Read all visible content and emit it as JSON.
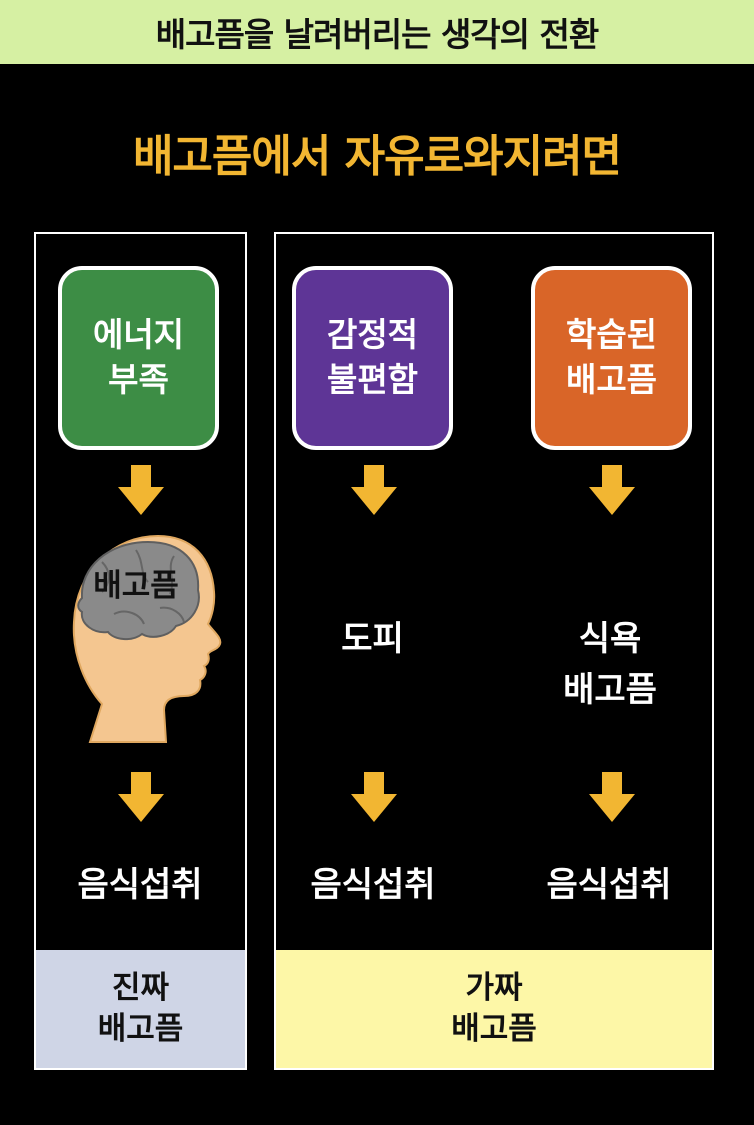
{
  "banner": {
    "text": "배고픔을 날려버리는 생각의 전환"
  },
  "title": "배고픔에서 자유로와지려면",
  "colors": {
    "title": "#f2b632",
    "banner_bg": "#d6f0a3",
    "energy_box": "#3d8d45",
    "emotion_box": "#5e3596",
    "learned_box": "#d96528",
    "arrow": "#f2b632",
    "footer_real": "#cfd5e6",
    "footer_fake": "#fdf7a7"
  },
  "left_column": {
    "cause": [
      "에너지",
      "부족"
    ],
    "brain_label": "배고픔",
    "result": "음식섭취",
    "footer": [
      "진짜",
      "배고픔"
    ]
  },
  "right_column": {
    "emotion": {
      "cause": [
        "감정적",
        "불편함"
      ],
      "middle": "도피",
      "result": "음식섭취"
    },
    "learned": {
      "cause": [
        "학습된",
        "배고픔"
      ],
      "middle": [
        "식욕",
        "배고픔"
      ],
      "result": "음식섭취"
    },
    "footer": [
      "가짜",
      "배고픔"
    ]
  }
}
